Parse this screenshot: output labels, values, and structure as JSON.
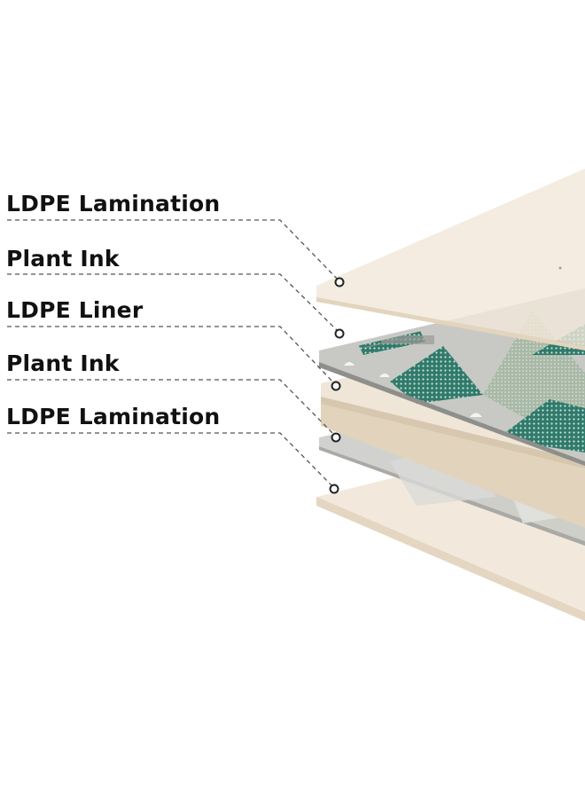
{
  "diagram": {
    "layers": [
      {
        "label": "LDPE Lamination"
      },
      {
        "label": "Plant Ink"
      },
      {
        "label": "LDPE Liner"
      },
      {
        "label": "Plant Ink"
      },
      {
        "label": "LDPE Lamination"
      }
    ]
  },
  "colors": {
    "lamination": "#f1e8da",
    "lamination_edge": "#e3d5c0",
    "ink_gray": "#b7b8b5",
    "ink_teal": "#2f7a6b",
    "ink_sage": "#9fb3a0",
    "liner": "#e9dfcf",
    "leader": "#555555"
  }
}
